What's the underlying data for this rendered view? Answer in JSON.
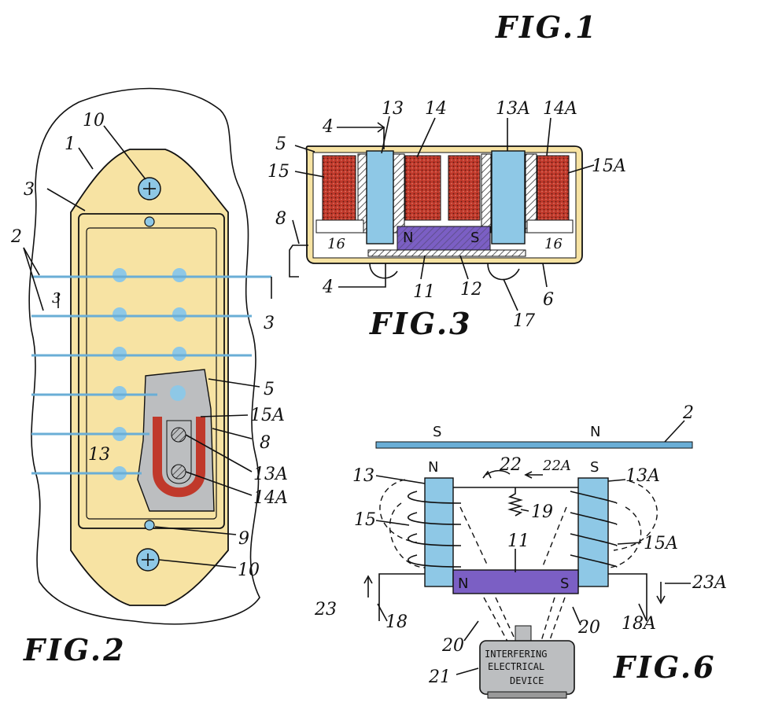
{
  "figures": {
    "fig1": "FIG.1",
    "fig2": "FIG.2",
    "fig3": "FIG.3",
    "fig6": "FIG.6"
  },
  "fig2_labels": [
    "10",
    "1",
    "3",
    "2",
    "3",
    "3",
    "5",
    "15A",
    "8",
    "13",
    "13A",
    "14A",
    "9",
    "10"
  ],
  "fig3_labels": [
    "4",
    "13",
    "14",
    "13A",
    "14A",
    "5",
    "15",
    "15A",
    "8",
    "16",
    "16",
    "4",
    "11",
    "12",
    "6",
    "17"
  ],
  "fig6_labels": [
    "2",
    "13",
    "13A",
    "22",
    "22A",
    "19",
    "15",
    "11",
    "15A",
    "23",
    "18",
    "20",
    "20",
    "18A",
    "23A",
    "21"
  ],
  "poles": {
    "string_s": "S",
    "string_n": "N",
    "magnet_n": "N",
    "magnet_s": "S",
    "coil_left_n": "N",
    "coil_right_s": "S",
    "bar_n": "N",
    "bar_s": "S"
  },
  "device": {
    "line1": "INTERFERING",
    "line2": "ELECTRICAL",
    "line3": "DEVICE"
  },
  "colors": {
    "cover": "#f7e3a3",
    "magnet_blue": "#8ec8e6",
    "bar_purple": "#7b5fc4",
    "coil_red": "#c0392b",
    "string": "#6aaed6",
    "gray": "#bcbec0"
  }
}
